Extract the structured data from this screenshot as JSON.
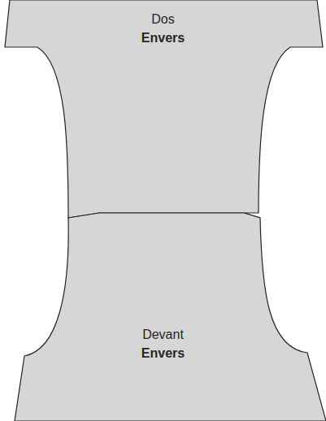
{
  "diagram": {
    "nodes": [
      {
        "text": [
          "Dos",
          "Envers"
        ]
      },
      {
        "text": [
          "Devant",
          "Envers"
        ]
      }
    ]
  }
}
